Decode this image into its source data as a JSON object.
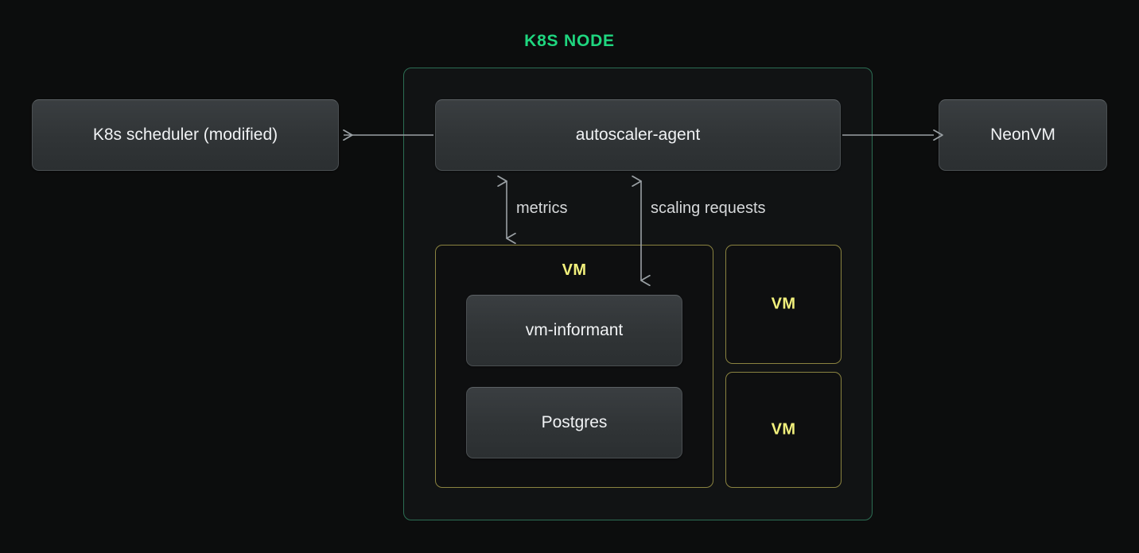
{
  "diagram": {
    "title": "K8S NODE",
    "background_color": "#0c0d0d",
    "accent_green": "#1fd67f",
    "node_border_color": "#2c6e53",
    "vm_border_color": "#8a8340",
    "vm_label_color": "#f1f07c",
    "arrow_color": "#9aa0a4",
    "chip_text_color": "#f0f2f4",
    "edge_label_color": "#d6d8da"
  },
  "external": {
    "scheduler": {
      "label": "K8s scheduler (modified)"
    },
    "neonvm": {
      "label": "NeonVM"
    }
  },
  "node": {
    "agent": {
      "label": "autoscaler-agent"
    },
    "vms": [
      {
        "label": "VM",
        "position": "main",
        "children": [
          {
            "label": "vm-informant"
          },
          {
            "label": "Postgres"
          }
        ]
      },
      {
        "label": "VM",
        "position": "right-top",
        "children": []
      },
      {
        "label": "VM",
        "position": "right-bottom",
        "children": []
      }
    ]
  },
  "edges": [
    {
      "id": "agent-to-scheduler",
      "label": "",
      "from": "autoscaler-agent",
      "to": "K8s scheduler (modified)",
      "direction": "left",
      "arrowheads": "end"
    },
    {
      "id": "agent-to-neonvm",
      "label": "",
      "from": "autoscaler-agent",
      "to": "NeonVM",
      "direction": "right",
      "arrowheads": "end"
    },
    {
      "id": "metrics",
      "label": "metrics",
      "from": "VM",
      "to": "autoscaler-agent",
      "direction": "vertical",
      "arrowheads": "both"
    },
    {
      "id": "scaling-requests",
      "label": "scaling requests",
      "from": "autoscaler-agent",
      "to": "VM",
      "direction": "vertical",
      "arrowheads": "both"
    }
  ]
}
